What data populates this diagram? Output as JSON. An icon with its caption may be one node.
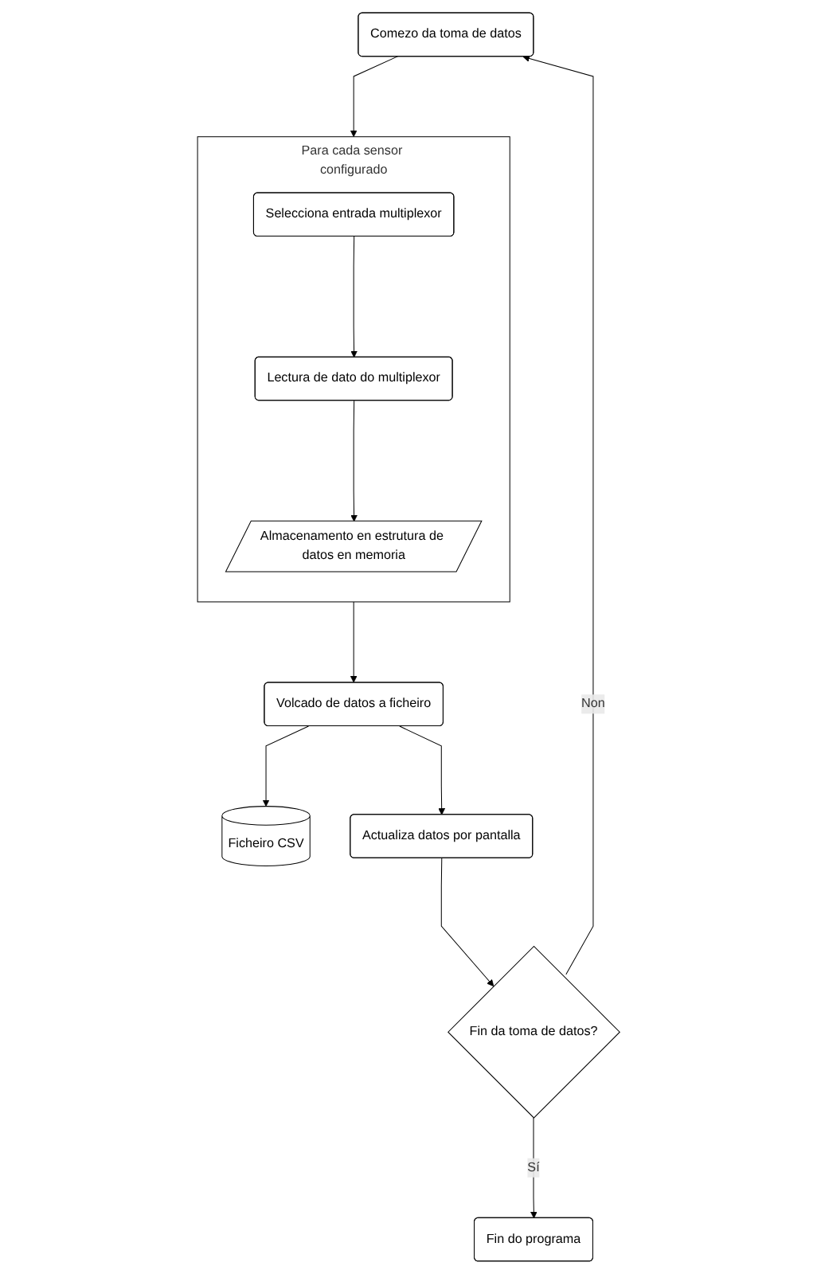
{
  "diagram": {
    "nodes": [
      {
        "text": [
          "Comezo da toma de datos"
        ]
      },
      {
        "text": [
          "Para cada sensor configurado"
        ]
      },
      {
        "text": [
          "Selecciona entrada multiplexor"
        ],
        "in": 1
      },
      {
        "text": [
          "Lectura de dato do multiplexor"
        ],
        "in": 1
      },
      {
        "text": [
          "Almacenamento en estrutura de datos en memoria"
        ],
        "in": 1
      },
      {
        "text": [
          "Volcado de datos a ficheiro"
        ]
      },
      {
        "text": [
          "Ficheiro CSV"
        ]
      },
      {
        "text": [
          "Actualiza datos por pantalla"
        ]
      },
      {
        "text": [
          "Fin da toma de datos?"
        ]
      },
      {
        "text": [
          "Fin do programa"
        ]
      }
    ],
    "edges": [
      {
        "from": 0,
        "to": 1,
        "arrow": "to"
      },
      {
        "from": 2,
        "to": 3,
        "arrow": "to"
      },
      {
        "from": 3,
        "to": 4,
        "arrow": "to"
      },
      {
        "from": 1,
        "to": 5,
        "arrow": "to"
      },
      {
        "from": 5,
        "to": 6,
        "arrow": "to"
      },
      {
        "from": 5,
        "to": 7,
        "arrow": "to"
      },
      {
        "from": 7,
        "to": 8,
        "arrow": "to"
      },
      {
        "from": 8,
        "to": 9,
        "label": "Sí",
        "arrow": "to"
      },
      {
        "from": 8,
        "to": 0,
        "label": "Non",
        "arrow": "to"
      }
    ]
  }
}
